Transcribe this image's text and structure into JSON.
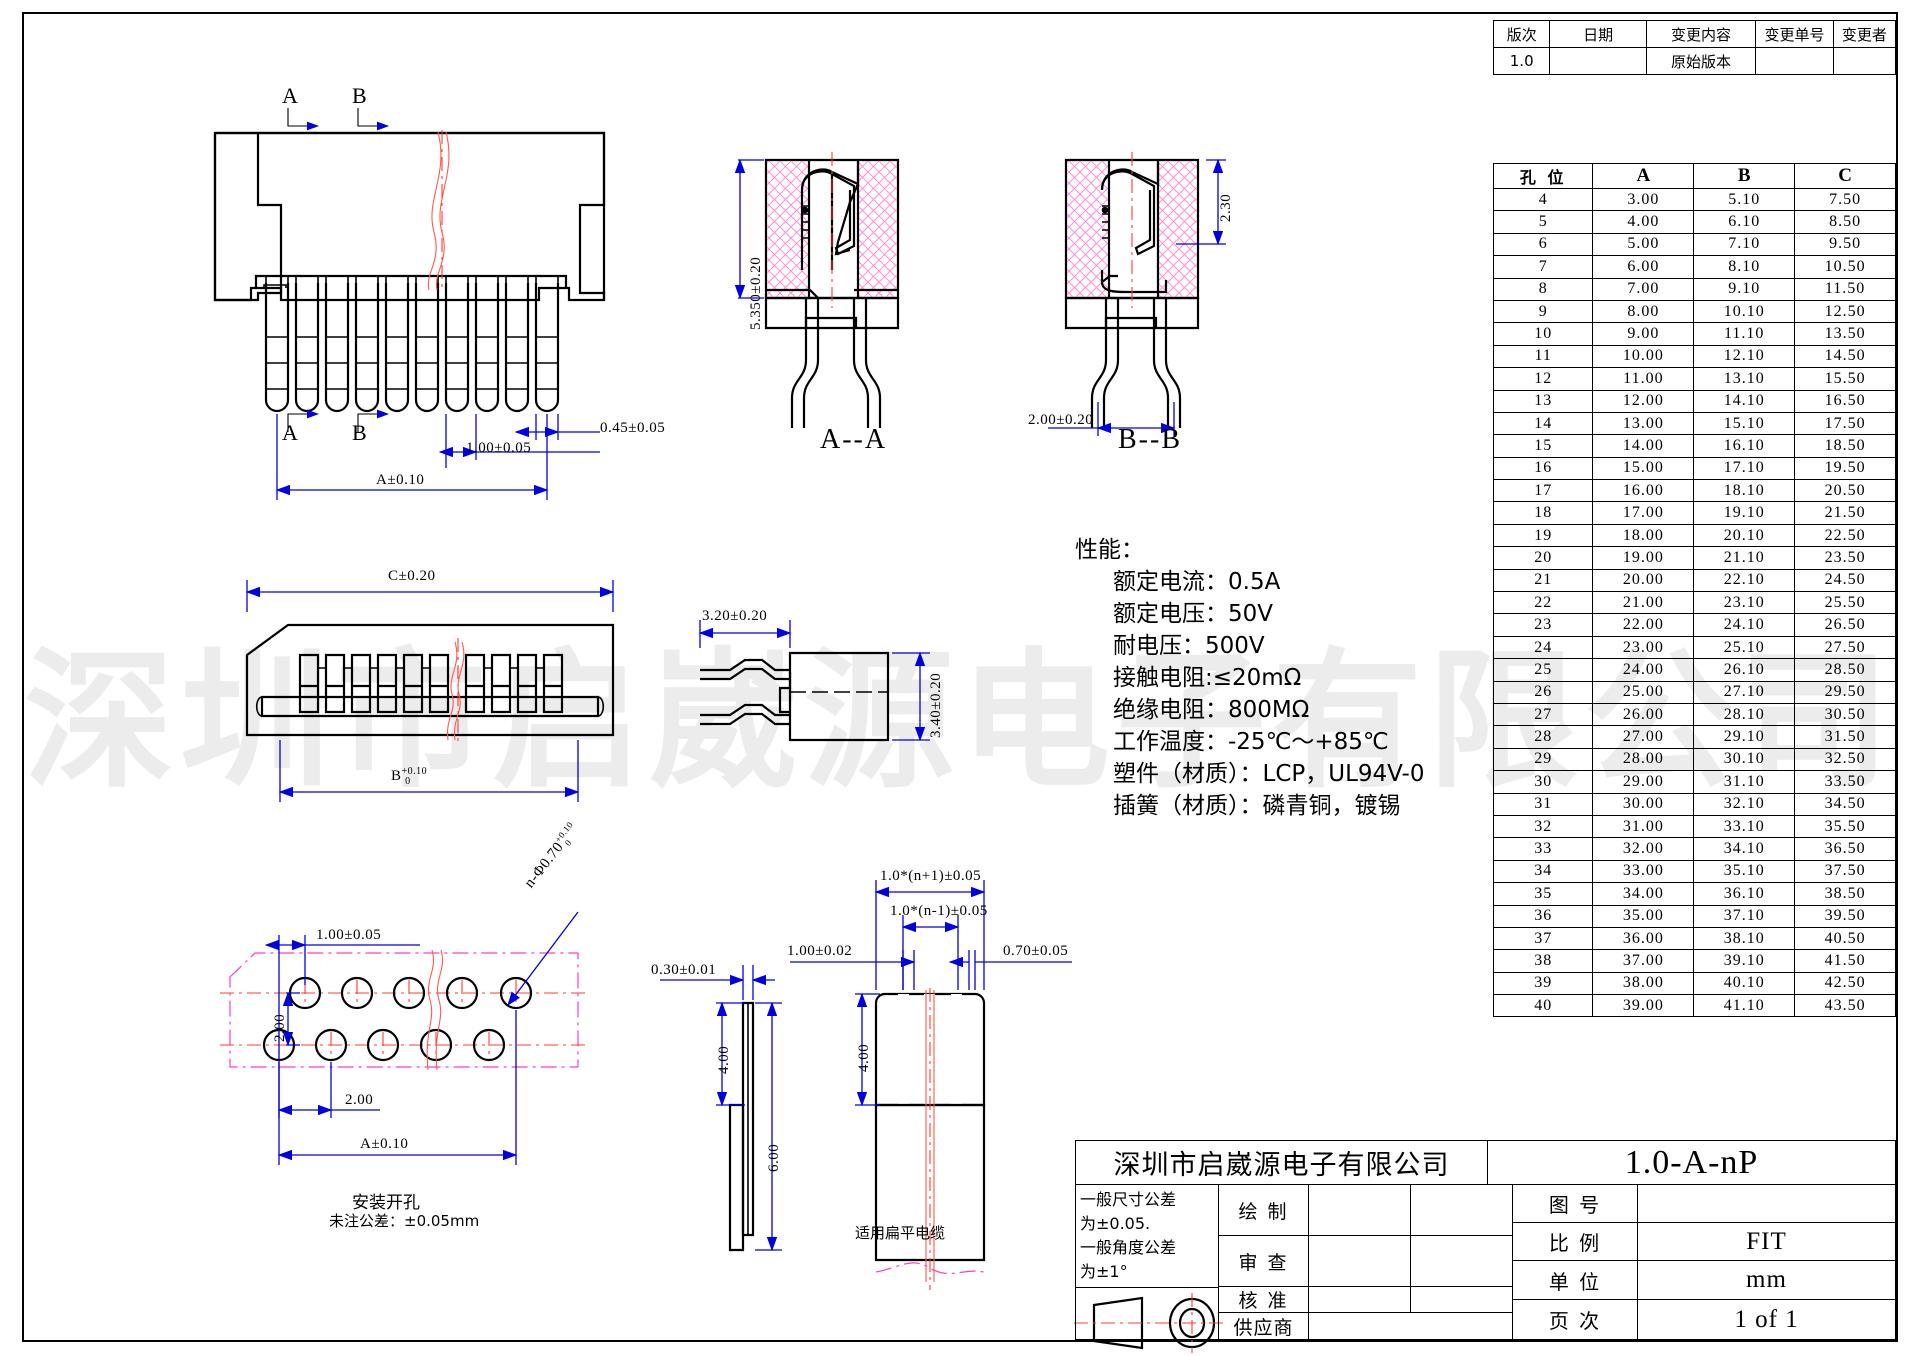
{
  "meta": {
    "watermark": "深圳市启崴源电子有限公司",
    "page_size": "1920x1356"
  },
  "revision_table": {
    "headers": [
      "版次",
      "日期",
      "变更内容",
      "变更单号",
      "变更者"
    ],
    "rows": [
      [
        "1.0",
        "",
        "原始版本",
        "",
        ""
      ]
    ]
  },
  "dimension_table": {
    "headers": [
      "孔 位",
      "A",
      "B",
      "C"
    ],
    "rows": [
      [
        "4",
        "3.00",
        "5.10",
        "7.50"
      ],
      [
        "5",
        "4.00",
        "6.10",
        "8.50"
      ],
      [
        "6",
        "5.00",
        "7.10",
        "9.50"
      ],
      [
        "7",
        "6.00",
        "8.10",
        "10.50"
      ],
      [
        "8",
        "7.00",
        "9.10",
        "11.50"
      ],
      [
        "9",
        "8.00",
        "10.10",
        "12.50"
      ],
      [
        "10",
        "9.00",
        "11.10",
        "13.50"
      ],
      [
        "11",
        "10.00",
        "12.10",
        "14.50"
      ],
      [
        "12",
        "11.00",
        "13.10",
        "15.50"
      ],
      [
        "13",
        "12.00",
        "14.10",
        "16.50"
      ],
      [
        "14",
        "13.00",
        "15.10",
        "17.50"
      ],
      [
        "15",
        "14.00",
        "16.10",
        "18.50"
      ],
      [
        "16",
        "15.00",
        "17.10",
        "19.50"
      ],
      [
        "17",
        "16.00",
        "18.10",
        "20.50"
      ],
      [
        "18",
        "17.00",
        "19.10",
        "21.50"
      ],
      [
        "19",
        "18.00",
        "20.10",
        "22.50"
      ],
      [
        "20",
        "19.00",
        "21.10",
        "23.50"
      ],
      [
        "21",
        "20.00",
        "22.10",
        "24.50"
      ],
      [
        "22",
        "21.00",
        "23.10",
        "25.50"
      ],
      [
        "23",
        "22.00",
        "24.10",
        "26.50"
      ],
      [
        "24",
        "23.00",
        "25.10",
        "27.50"
      ],
      [
        "25",
        "24.00",
        "26.10",
        "28.50"
      ],
      [
        "26",
        "25.00",
        "27.10",
        "29.50"
      ],
      [
        "27",
        "26.00",
        "28.10",
        "30.50"
      ],
      [
        "28",
        "27.00",
        "29.10",
        "31.50"
      ],
      [
        "29",
        "28.00",
        "30.10",
        "32.50"
      ],
      [
        "30",
        "29.00",
        "31.10",
        "33.50"
      ],
      [
        "31",
        "30.00",
        "32.10",
        "34.50"
      ],
      [
        "32",
        "31.00",
        "33.10",
        "35.50"
      ],
      [
        "33",
        "32.00",
        "34.10",
        "36.50"
      ],
      [
        "34",
        "33.00",
        "35.10",
        "37.50"
      ],
      [
        "35",
        "34.00",
        "36.10",
        "38.50"
      ],
      [
        "36",
        "35.00",
        "37.10",
        "39.50"
      ],
      [
        "37",
        "36.00",
        "38.10",
        "40.50"
      ],
      [
        "38",
        "37.00",
        "39.10",
        "41.50"
      ],
      [
        "39",
        "38.00",
        "40.10",
        "42.50"
      ],
      [
        "40",
        "39.00",
        "41.10",
        "43.50"
      ]
    ]
  },
  "specifications": {
    "title": "性能：",
    "items": [
      "额定电流：0.5A",
      "额定电压：50V",
      "耐电压：500V",
      "接触电阻:≤20mΩ",
      "绝缘电阻：800MΩ",
      "工作温度：-25℃～+85℃",
      "塑件（材质）：LCP，UL94V-0",
      "插簧（材质）：磷青铜，镀锡"
    ]
  },
  "views": {
    "front": {
      "section_marks_top": [
        "A",
        "B"
      ],
      "section_marks_bottom": [
        "A",
        "B"
      ],
      "dims": {
        "pitch": "1.00±0.05",
        "pin_width": "0.45±0.05",
        "overall": "A±0.10"
      }
    },
    "section_aa": {
      "label": "A--A",
      "dims": {
        "height": "5.350±0.20"
      }
    },
    "section_bb": {
      "label": "B--B",
      "dims": {
        "latch": "2.30",
        "foot_span": "2.00±0.20"
      }
    },
    "top_view": {
      "dims": {
        "outer": "C±0.20",
        "inner": "B",
        "inner_tol_up": "+0.10",
        "inner_tol_dn": "0"
      }
    },
    "side_view": {
      "dims": {
        "depth": "3.20±0.20",
        "height": "3.40±0.20"
      }
    },
    "pcb_layout": {
      "caption_1": "安装开孔",
      "caption_2": "未注公差：±0.05mm",
      "dims": {
        "pitch": "1.00±0.05",
        "row_spacing": "2.00",
        "stagger": "2.00",
        "overall": "A±0.10",
        "hole": "n-Φ0.70",
        "hole_tol_up": "+0.10",
        "hole_tol_dn": "0"
      }
    },
    "cable": {
      "caption": "适用扁平电缆",
      "dims": {
        "thickness": "0.30±0.01",
        "strip_len": "4.00",
        "total_len": "6.00",
        "conductor_w": "1.00±0.02",
        "span_outer": "1.0*(n+1)±0.05",
        "span_inner": "1.0*(n-1)±0.05",
        "edge": "0.70±0.05",
        "contact_len": "4.00"
      }
    }
  },
  "title_block": {
    "company": "深圳市启崴源电子有限公司",
    "part_number": "1.0-A-nP",
    "tolerance_note": [
      "一般尺寸公差",
      "为±0.05.",
      "一般角度公差",
      "为±1°"
    ],
    "left_rows": [
      "绘 制",
      "审 查",
      "核 准",
      "供应商"
    ],
    "left_values": [
      "",
      "",
      "",
      ""
    ],
    "right_rows": [
      {
        "label": "图  号",
        "value": ""
      },
      {
        "label": "比  例",
        "value": "FIT"
      },
      {
        "label": "单  位",
        "value": "mm"
      },
      {
        "label": "页  次",
        "value": "1 of 1"
      }
    ],
    "projection_symbol": "first-angle-projection-icon"
  }
}
